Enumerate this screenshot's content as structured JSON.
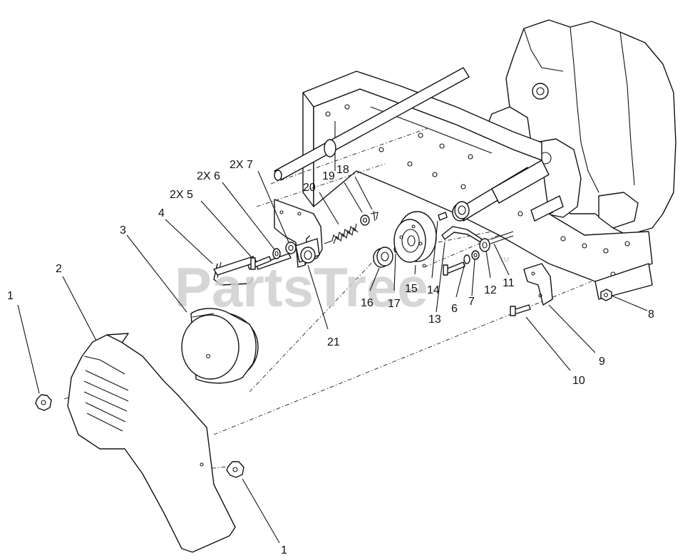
{
  "watermark": {
    "text": "PartsTree",
    "tm": "TM"
  },
  "callouts": {
    "c1a": "1",
    "c1b": "1",
    "c2": "2",
    "c3": "3",
    "c4": "4",
    "c5": "2X 5",
    "c6": "2X 6",
    "c7": "2X 7",
    "c8": "8",
    "c9": "9",
    "c10": "10",
    "c11": "11",
    "c12": "12",
    "c13": "13",
    "c14": "14",
    "c15": "15",
    "c16": "16",
    "c17": "17",
    "c18": "18",
    "c19": "19",
    "c20": "20",
    "c21": "21",
    "c6b": "6",
    "c7b": "7"
  }
}
